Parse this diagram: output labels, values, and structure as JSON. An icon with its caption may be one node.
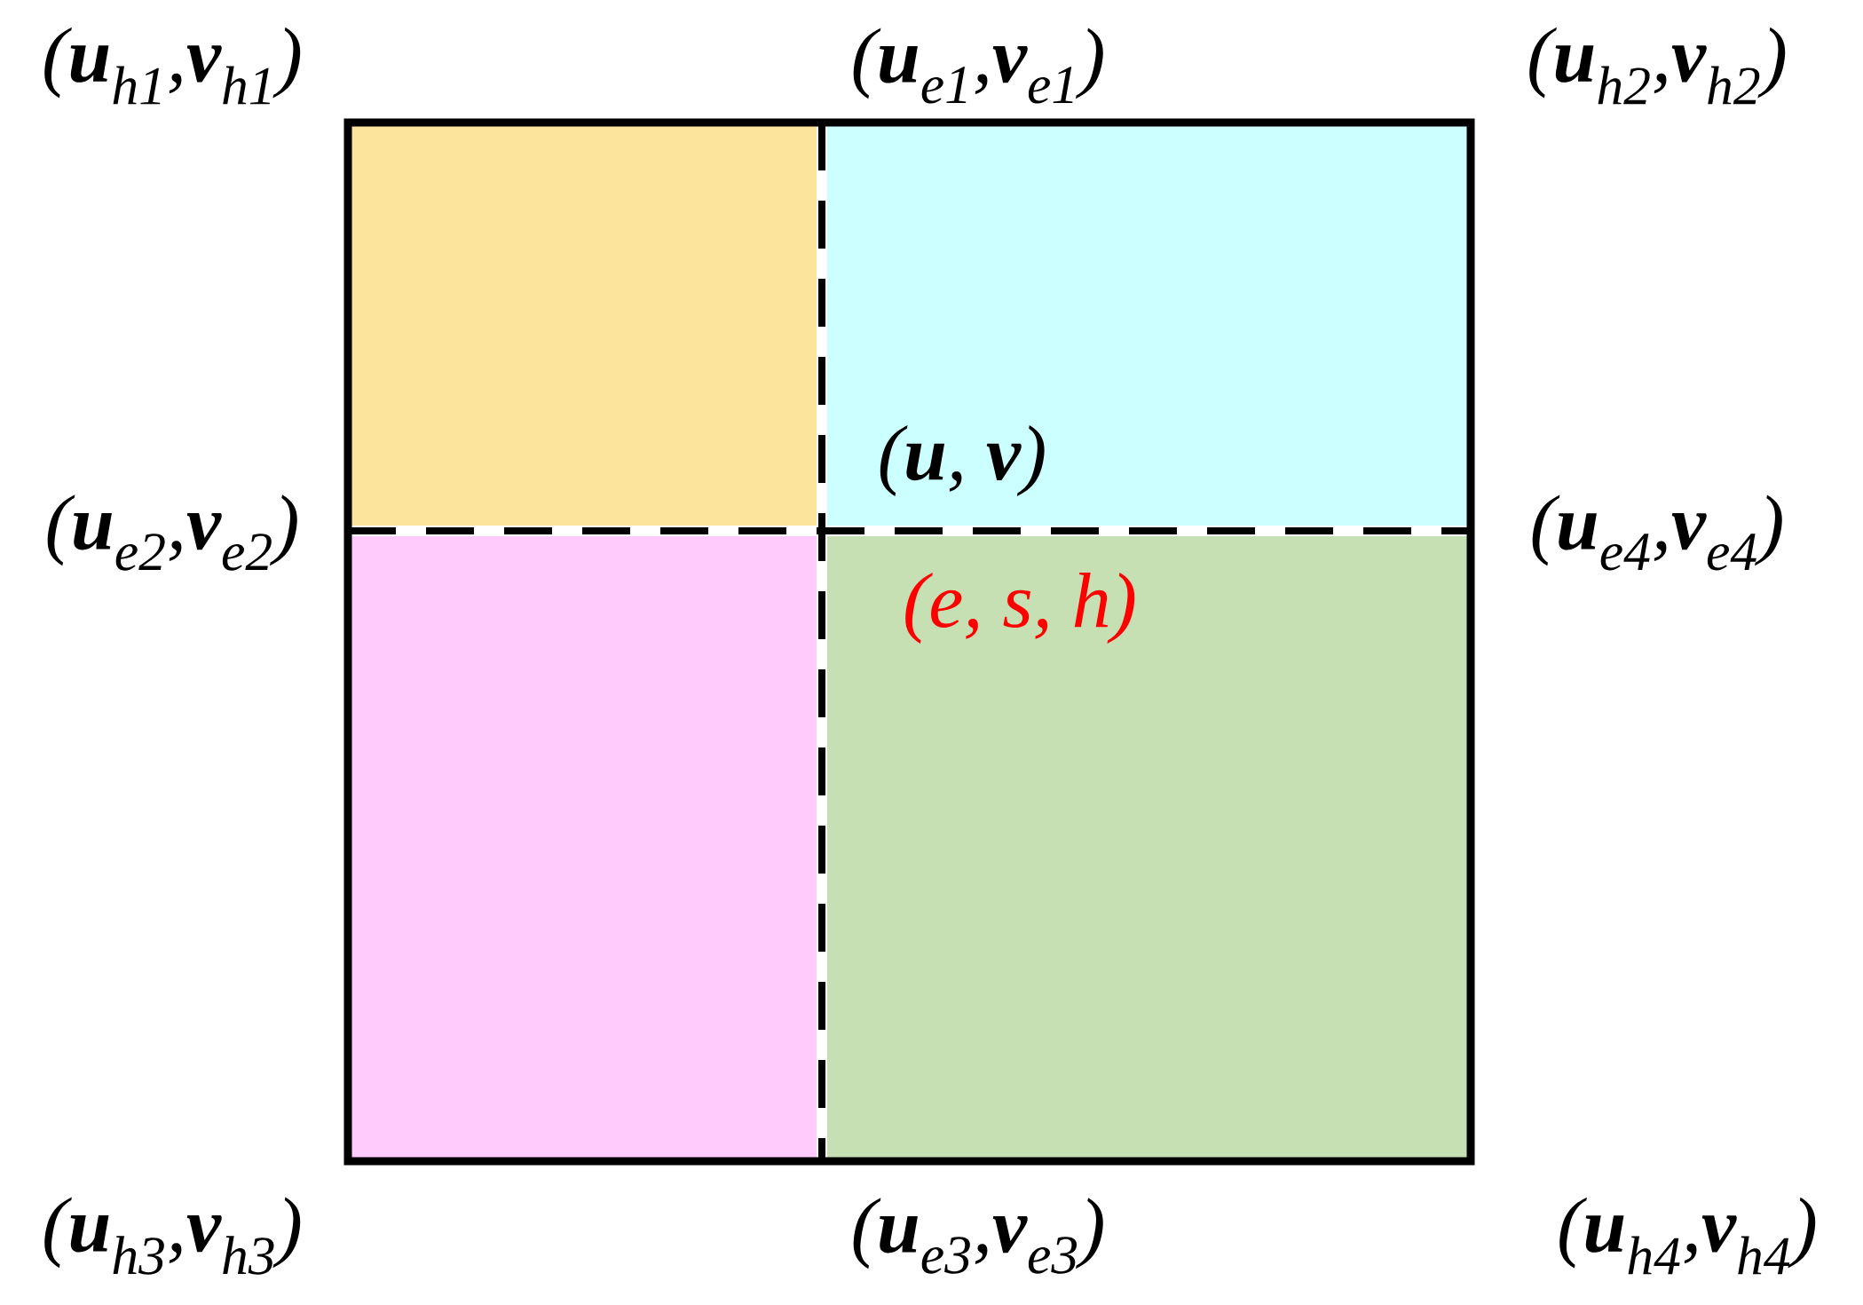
{
  "diagram": {
    "labels": [
      "(**u**$_{h1}$,**v**$_{h1}$)",
      "(**u**$_{e1}$,**v**$_{e1}$)",
      "(**u**$_{h2}$,**v**$_{h2}$)",
      "(**u**, **v**)",
      "(**u**$_{e2}$,**v**$_{e2}$)",
      "(**u**$_{e4}$,**v**$_{e4}$)",
      "(e, s, h)",
      "(**u**$_{h3}$,**v**$_{h3}$)",
      "(**u**$_{e3}$,**v**$_{e3}$)",
      "(**u**$_{h4}$,**v**$_{h4}$)"
    ]
  }
}
